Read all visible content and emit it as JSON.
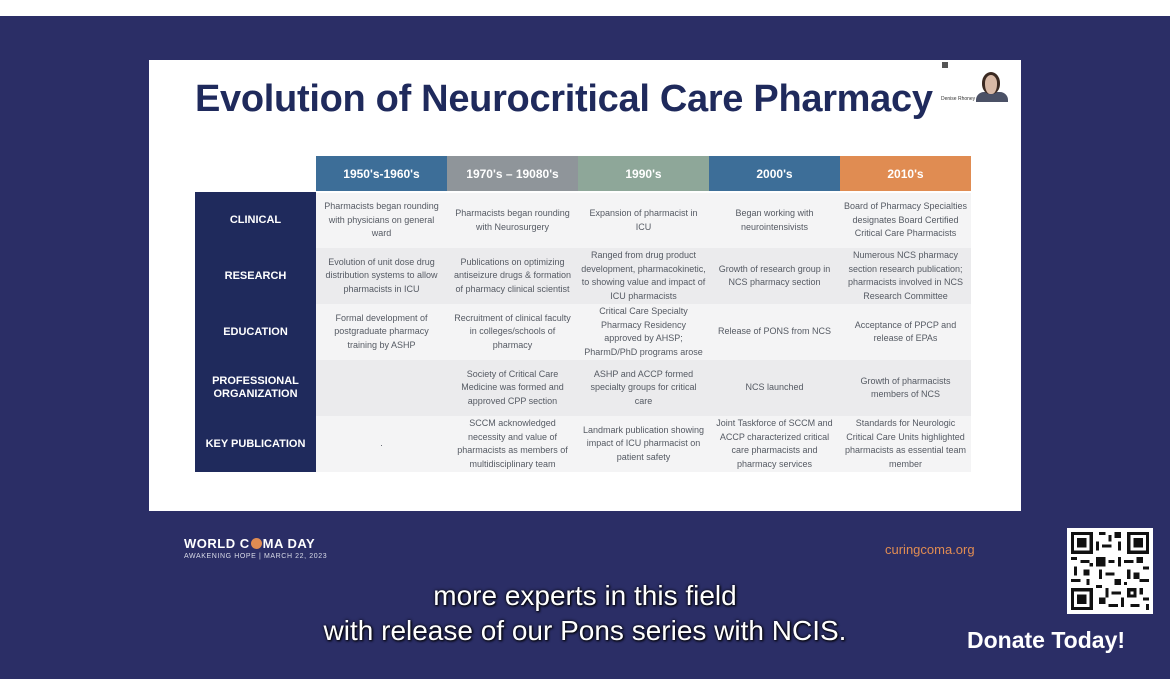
{
  "slide": {
    "title": "Evolution of Neurocritical Care Pharmacy",
    "webcam_label": "Denise Rhoney"
  },
  "table": {
    "columns": [
      "1950's-1960's",
      "1970's – 19080's",
      "1990's",
      "2000's",
      "2010's"
    ],
    "column_colors": [
      "#3d6e98",
      "#8f959a",
      "#8ea799",
      "#3d6e98",
      "#e08c52"
    ],
    "rows": [
      {
        "label": "CLINICAL",
        "cells": [
          "Pharmacists began rounding with physicians on general ward",
          "Pharmacists began rounding with Neurosurgery",
          "Expansion of pharmacist in ICU",
          "Began working with neurointensivists",
          "Board of Pharmacy Specialties designates Board Certified Critical Care Pharmacists"
        ]
      },
      {
        "label": "RESEARCH",
        "cells": [
          "Evolution of unit dose drug distribution systems to allow pharmacists in ICU",
          "Publications on optimizing antiseizure drugs & formation of pharmacy clinical scientist",
          "Ranged from drug product development, pharmacokinetic, to showing value and impact of ICU pharmacists",
          "Growth of research group in NCS pharmacy section",
          "Numerous NCS pharmacy section research publication; pharmacists involved in NCS Research Committee"
        ]
      },
      {
        "label": "EDUCATION",
        "cells": [
          "Formal development of postgraduate pharmacy training by ASHP",
          "Recruitment of clinical faculty in colleges/schools of pharmacy",
          "Critical Care Specialty Pharmacy Residency approved by AHSP; PharmD/PhD programs arose",
          "Release of PONS from NCS",
          "Acceptance of PPCP and release of EPAs"
        ]
      },
      {
        "label": "PROFESSIONAL ORGANIZATION",
        "cells": [
          "",
          "Society of Critical Care Medicine was formed and approved CPP section",
          "ASHP and ACCP formed specialty groups for critical care",
          "NCS launched",
          "Growth of pharmacists members of NCS"
        ]
      },
      {
        "label": "KEY PUBLICATION",
        "cells": [
          ".",
          "SCCM acknowledged necessity and value of pharmacists as members of multidisciplinary team",
          "Landmark publication showing impact of ICU pharmacist on patient safety",
          "Joint Taskforce of SCCM and ACCP characterized critical care pharmacists and pharmacy services",
          "Standards for Neurologic Critical Care Units highlighted pharmacists as essential team member"
        ]
      }
    ]
  },
  "footer": {
    "brand_pre": "WORLD C",
    "brand_post": "MA DAY",
    "tagline": "AWAKENING HOPE | MARCH 22, 2023",
    "site": "curingcoma.org",
    "accent": "#e08c52"
  },
  "captions": {
    "line1": "more experts in this field",
    "line2": "with release of our Pons series with NCIS."
  },
  "donate": {
    "label": "Donate Today!",
    "qr_icon": "qr-code-icon"
  },
  "colors": {
    "stage_bg": "#2b2e66",
    "title": "#1f2a5c",
    "row_label_bg": "#1f2a5c"
  }
}
